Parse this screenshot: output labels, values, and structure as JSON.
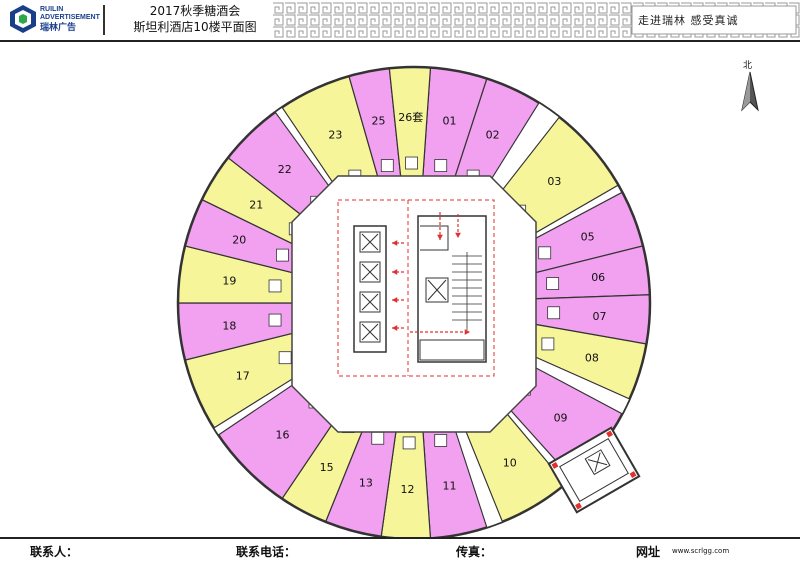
{
  "header": {
    "logo_line1": "RUILIN",
    "logo_line2": "ADVERTISEMENT",
    "logo_cn": "瑞林广告",
    "title_line1": "2017秋季糖酒会",
    "title_line2": "斯坦利酒店10楼平面图",
    "slogan": "走进瑞林  感受真诚"
  },
  "compass": {
    "label": "北"
  },
  "rooms": [
    {
      "label": "01",
      "color": "pink"
    },
    {
      "label": "02",
      "color": "pink"
    },
    {
      "label": "03",
      "color": "yellow"
    },
    {
      "label": "05",
      "color": "pink"
    },
    {
      "label": "06",
      "color": "pink"
    },
    {
      "label": "07",
      "color": "pink"
    },
    {
      "label": "08",
      "color": "yellow"
    },
    {
      "label": "09",
      "color": "pink"
    },
    {
      "label": "10",
      "color": "yellow"
    },
    {
      "label": "11",
      "color": "pink"
    },
    {
      "label": "12",
      "color": "yellow"
    },
    {
      "label": "13",
      "color": "pink"
    },
    {
      "label": "15",
      "color": "yellow"
    },
    {
      "label": "16",
      "color": "pink"
    },
    {
      "label": "17",
      "color": "yellow"
    },
    {
      "label": "18",
      "color": "pink"
    },
    {
      "label": "19",
      "color": "yellow"
    },
    {
      "label": "20",
      "color": "pink"
    },
    {
      "label": "21",
      "color": "yellow"
    },
    {
      "label": "22",
      "color": "pink"
    },
    {
      "label": "23",
      "color": "yellow"
    },
    {
      "label": "25",
      "color": "pink"
    },
    {
      "label": "26套",
      "color": "yellow"
    }
  ],
  "colors": {
    "pink": "#f2a0f0",
    "yellow": "#f7f59a",
    "wall": "#333333",
    "arrow": "#e03030"
  },
  "footer": {
    "contact": "联系人：",
    "phone": "联系电话：",
    "fax": "传真：",
    "site": "网址",
    "url": "www.scrlgg.com"
  }
}
